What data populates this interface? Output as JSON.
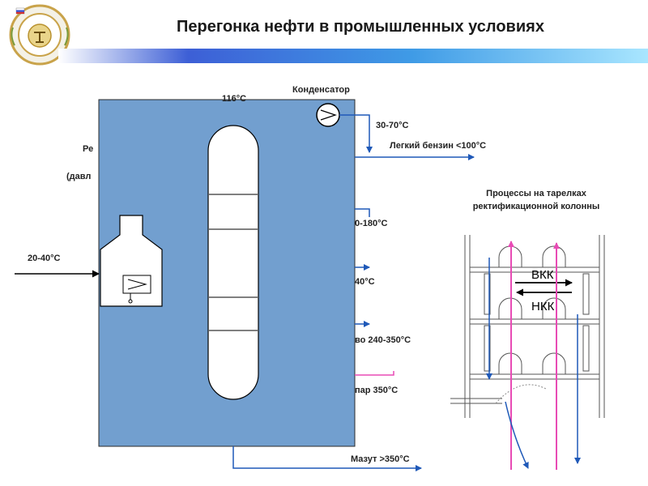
{
  "title": "Перегонка нефти в промышленных условиях",
  "labels": {
    "condenser": "Конденсатор",
    "temp_116": "116°C",
    "temp_30_70": "30-70°C",
    "light_gasoline": "Легкий бензин <100°C",
    "partial_re": "Ре",
    "partial_pressure": "(давл",
    "inlet_temp": "20-40°C",
    "partial_180": "0-180°C",
    "partial_40": "40°C",
    "partial_240_350": "во 240-350°C",
    "partial_steam": "пар 350°C",
    "fuel_oil": "Мазут >350°C",
    "process_heading": "Процессы на тарелках ректификационной колонны",
    "vkk": "ВКК",
    "nkk": "НКК"
  },
  "colors": {
    "panel": "#729fcf",
    "flow": "#1f59b8",
    "steam": "#e84bb5",
    "title_bar": "#3f7fe0"
  },
  "icons": {
    "logo": "university-seal-logo",
    "heat_exchanger": "heat-exchanger-icon",
    "condenser": "condenser-icon"
  }
}
